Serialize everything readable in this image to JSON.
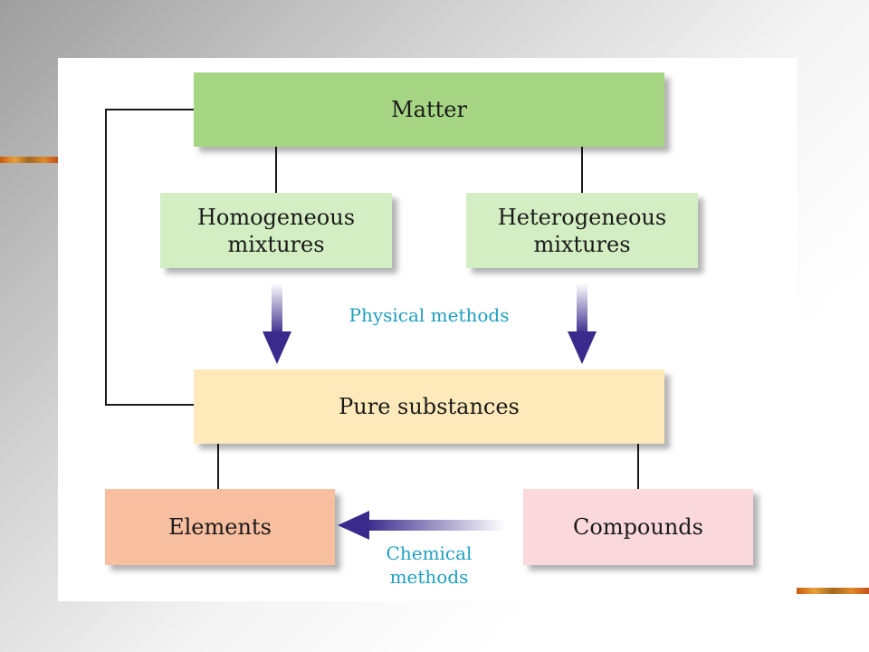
{
  "diagram": {
    "nodes": {
      "matter": "Matter",
      "homogeneous": "Homogeneous\nmixtures",
      "heterogeneous": "Heterogeneous\nmixtures",
      "pure_substances": "Pure substances",
      "elements": "Elements",
      "compounds": "Compounds"
    },
    "labels": {
      "physical_methods": "Physical methods",
      "chemical_methods": "Chemical\nmethods"
    },
    "colors": {
      "matter": "#a6d584",
      "mixtures": "#d2eec2",
      "pure_substances": "#fde9b9",
      "elements": "#f8bea0",
      "compounds": "#fbd8dc",
      "method_text": "#1ea0c0",
      "arrow": "#3a2a8c"
    }
  }
}
